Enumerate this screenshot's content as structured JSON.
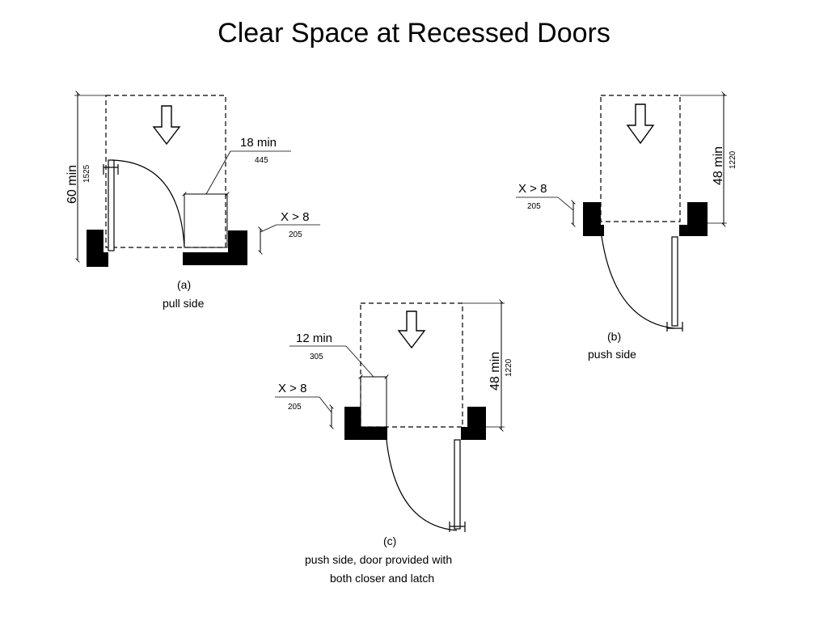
{
  "slide": {
    "title": "Clear Space at Recessed Doors"
  },
  "figure_a": {
    "caption_letter": "(a)",
    "caption": "pull side",
    "depth_label": "60 min",
    "depth_metric": "1525",
    "latch_label": "18 min",
    "latch_metric": "445",
    "recess_label": "X > 8",
    "recess_metric": "205"
  },
  "figure_b": {
    "caption_letter": "(b)",
    "caption": "push side",
    "depth_label": "48 min",
    "depth_metric": "1220",
    "recess_label": "X > 8",
    "recess_metric": "205"
  },
  "figure_c": {
    "caption_letter": "(c)",
    "caption_line1": "push side, door provided with",
    "caption_line2": "both closer and latch",
    "depth_label": "48 min",
    "depth_metric": "1220",
    "latch_label": "12 min",
    "latch_metric": "305",
    "recess_label": "X > 8",
    "recess_metric": "205"
  },
  "icons": {
    "approach": "arrow-down-icon"
  },
  "colors": {
    "wall": "#000000",
    "line": "#000000",
    "background": "#ffffff"
  }
}
